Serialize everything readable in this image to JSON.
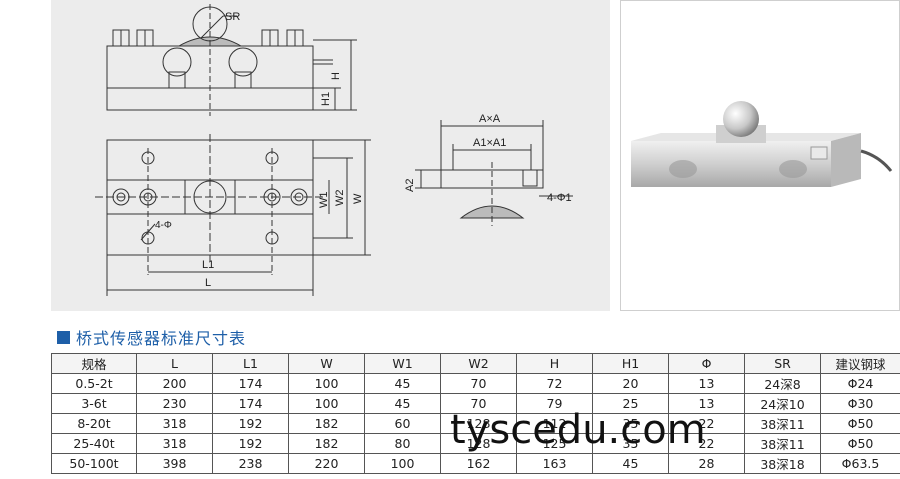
{
  "drawing": {
    "labels": {
      "sr": "SR",
      "h": "H",
      "h1": "H1",
      "w": "W",
      "w1": "W1",
      "w2": "W2",
      "l": "L",
      "l1": "L1",
      "hole": "4-Φ",
      "axa": "A×A",
      "a1xa1": "A1×A1",
      "a2": "A2",
      "hole1": "4-Φ1"
    }
  },
  "section": {
    "title": "桥式传感器标准尺寸表"
  },
  "table": {
    "headers": [
      "规格",
      "L",
      "L1",
      "W",
      "W1",
      "W2",
      "H",
      "H1",
      "Φ",
      "SR",
      "建议钢球"
    ],
    "rows": [
      [
        "0.5-2t",
        "200",
        "174",
        "100",
        "45",
        "70",
        "72",
        "20",
        "13",
        "24深8",
        "Φ24"
      ],
      [
        "3-6t",
        "230",
        "174",
        "100",
        "45",
        "70",
        "79",
        "25",
        "13",
        "24深10",
        "Φ30"
      ],
      [
        "8-20t",
        "318",
        "192",
        "182",
        "60",
        "128",
        "112",
        "35",
        "22",
        "38深11",
        "Φ50"
      ],
      [
        "25-40t",
        "318",
        "192",
        "182",
        "80",
        "128",
        "125",
        "35",
        "22",
        "38深11",
        "Φ50"
      ],
      [
        "50-100t",
        "398",
        "238",
        "220",
        "100",
        "162",
        "163",
        "45",
        "28",
        "38深18",
        "Φ63.5"
      ]
    ]
  },
  "watermark": "tyscedu.com"
}
